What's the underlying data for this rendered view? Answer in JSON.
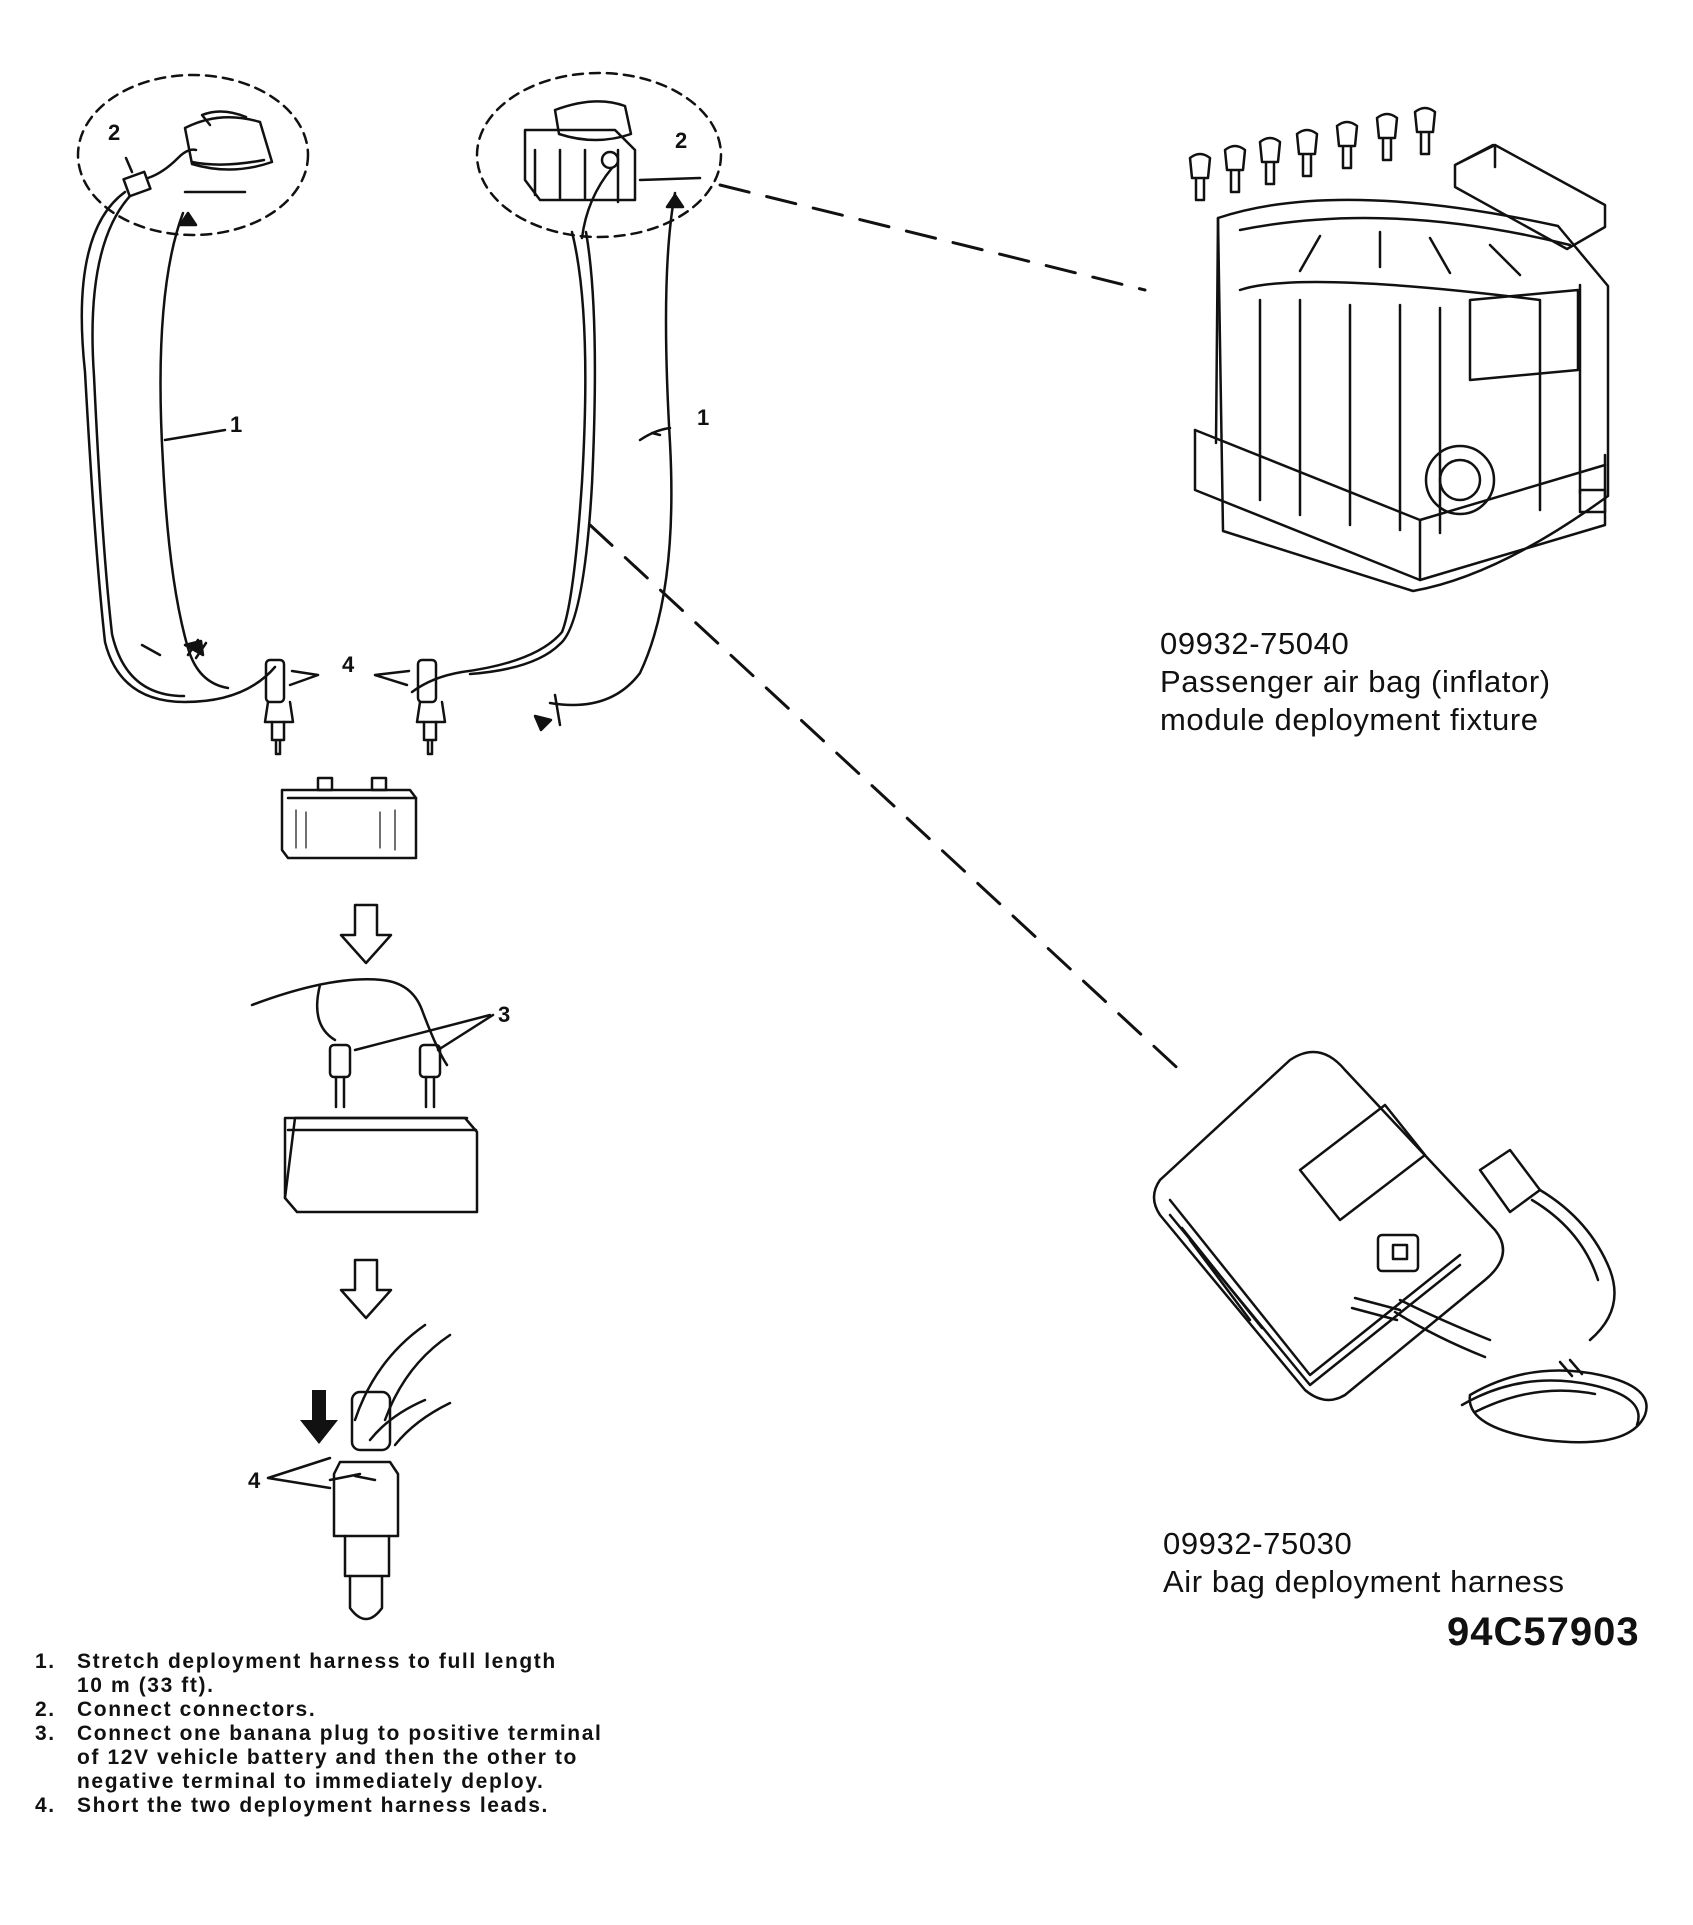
{
  "callouts": {
    "harness_label": "1",
    "connector_label": "2",
    "plug_label": "3",
    "lead_label": "4"
  },
  "fixture_tool": {
    "part_number": "09932-75040",
    "name_line1": "Passenger air bag (inflator)",
    "name_line2": "module deployment fixture"
  },
  "harness_tool": {
    "part_number": "09932-75030",
    "name_line1": "Air bag deployment harness"
  },
  "figure_id": "94C57903",
  "steps": [
    {
      "num": "1.",
      "line1": "Stretch deployment harness to full length",
      "line2": "10 m (33 ft)."
    },
    {
      "num": "2.",
      "line1": "Connect connectors."
    },
    {
      "num": "3.",
      "line1": "Connect one banana plug to positive terminal",
      "line2": "of 12V vehicle battery and then the other to",
      "line3": "negative terminal to immediately deploy."
    },
    {
      "num": "4.",
      "line1": "Short the two deployment harness leads."
    }
  ]
}
